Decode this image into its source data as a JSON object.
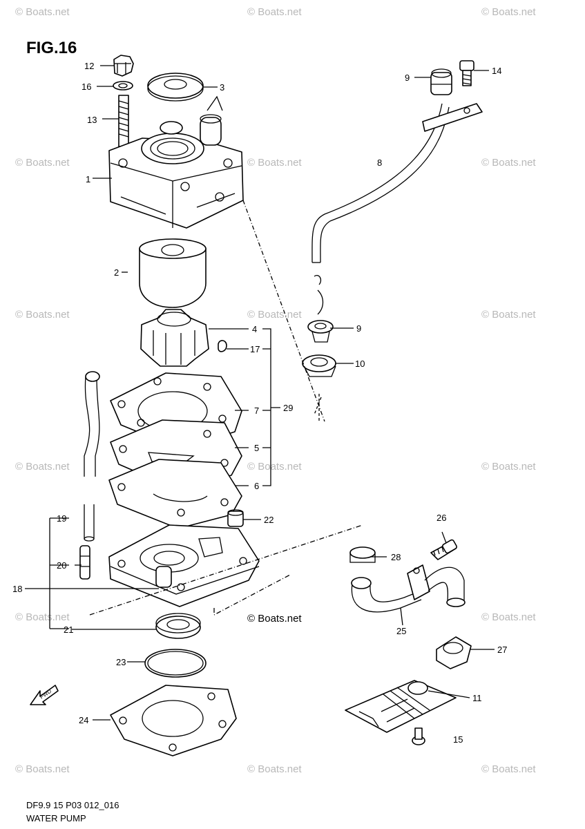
{
  "figure": {
    "title": "FIG.16",
    "code": "DF9.9 15 P03 012_016",
    "name": "WATER PUMP"
  },
  "watermark": "© Boats.net",
  "center_mark": "© Boats.net",
  "direction_mark": "FWD",
  "callouts": {
    "c1": "1",
    "c2": "2",
    "c3": "3",
    "c4": "4",
    "c5": "5",
    "c6": "6",
    "c7": "7",
    "c8": "8",
    "c9a": "9",
    "c9b": "9",
    "c10": "10",
    "c11": "11",
    "c12": "12",
    "c13": "13",
    "c14": "14",
    "c15": "15",
    "c16": "16",
    "c17": "17",
    "c18": "18",
    "c19": "19",
    "c20": "20",
    "c21": "21",
    "c22": "22",
    "c23": "23",
    "c24": "24",
    "c25": "25",
    "c26": "26",
    "c27": "27",
    "c28": "28",
    "c29": "29"
  }
}
